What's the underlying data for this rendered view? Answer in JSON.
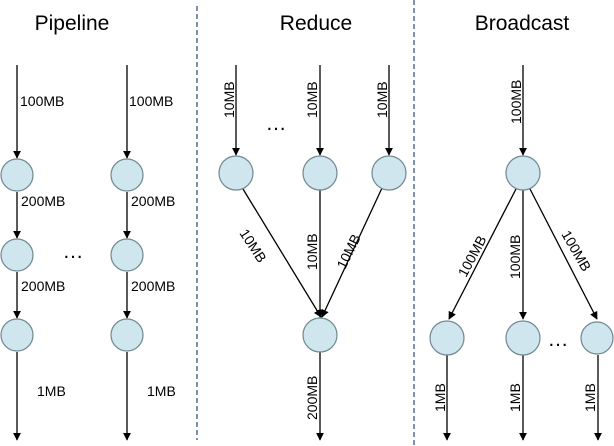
{
  "titles": {
    "pipeline": "Pipeline",
    "reduce": "Reduce",
    "broadcast": "Broadcast"
  },
  "pipeline": {
    "input": "100MB",
    "stage1": "200MB",
    "stage2": "200MB",
    "output": "1MB",
    "ellipsis": "…"
  },
  "reduce": {
    "input": "10MB",
    "edge_left": "10MB",
    "edge_center": "10MB",
    "edge_right": "10MB",
    "output": "200MB",
    "ellipsis": "…"
  },
  "broadcast": {
    "input": "100MB",
    "edge_left": "100MB",
    "edge_center": "100MB",
    "edge_right": "100MB",
    "output": "1MB",
    "ellipsis": "…"
  },
  "colors": {
    "node_fill": "#cfe6ee",
    "node_stroke": "#6f8791",
    "divider": "#2b4a78"
  }
}
